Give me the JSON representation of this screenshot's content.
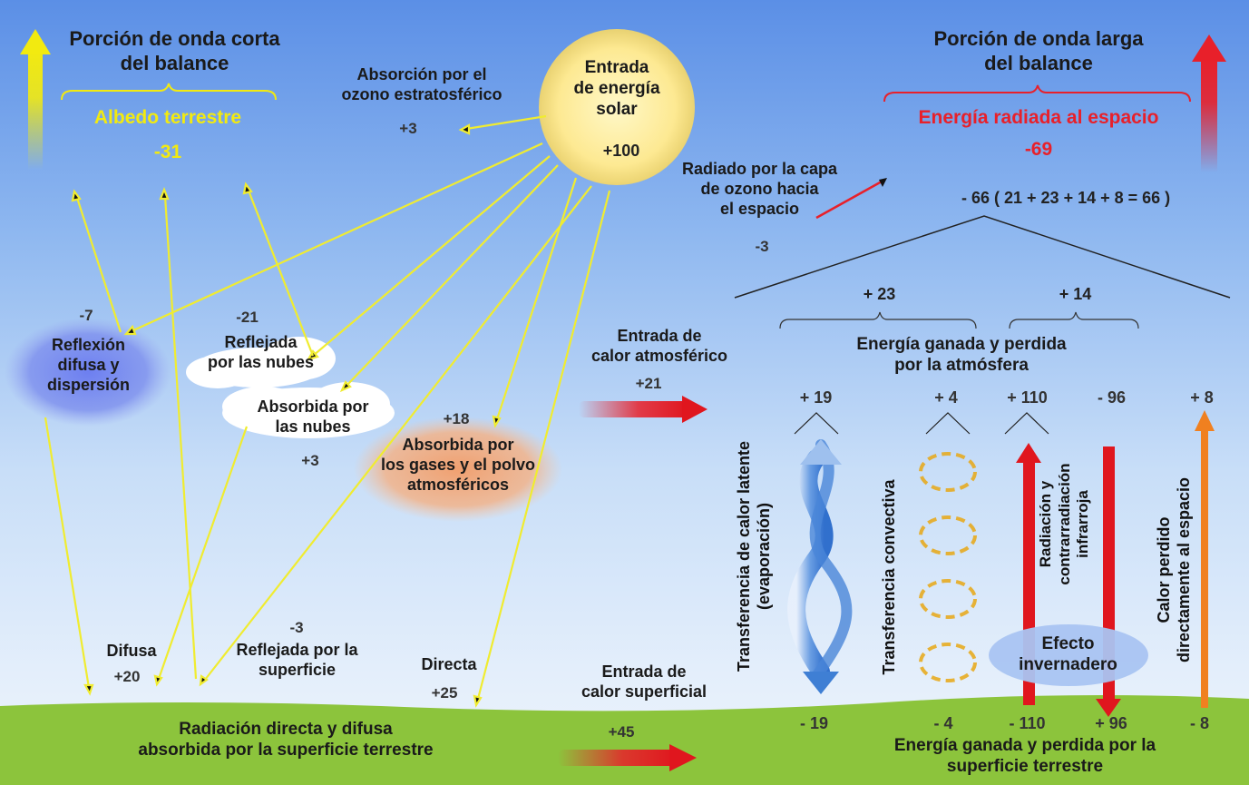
{
  "shortwave": {
    "title": "Porción de onda corta\ndel balance",
    "albedo_label": "Albedo terrestre",
    "albedo_value": "-31"
  },
  "longwave": {
    "title": "Porción de onda larga\ndel balance",
    "radiated_label": "Energía radiada al espacio",
    "radiated_value": "-69",
    "sum_text": "- 66 ( 21 + 23 + 14 + 8 = 66 )"
  },
  "sun": {
    "label": "Entrada\nde energía\nsolar",
    "value": "+100"
  },
  "ozone_absorption": {
    "label": "Absorción por el\nozono estratosférico",
    "value": "+3"
  },
  "ozone_radiated": {
    "label": "Radiado por la capa\nde ozono hacia\nel espacio",
    "value": "-3"
  },
  "diffuse_reflection": {
    "label": "Reflexión\ndifusa y\ndispersión",
    "value": "-7"
  },
  "cloud_reflection": {
    "label": "Reflejada\npor las nubes",
    "value": "-21"
  },
  "cloud_absorption": {
    "label": "Absorbida por\nlas nubes",
    "value": "+3"
  },
  "gas_absorption": {
    "label": "Absorbida por\nlos gases y el polvo\natmosféricos",
    "value": "+18"
  },
  "atmos_heat_input": {
    "label": "Entrada de\ncalor atmosférico",
    "value": "+21"
  },
  "surface_heat_input": {
    "label": "Entrada de\ncalor superficial",
    "value": "+45"
  },
  "diffuse": {
    "label": "Difusa",
    "value": "+20"
  },
  "surface_reflected": {
    "label": "Reflejada por la\nsuperficie",
    "value": "-3"
  },
  "direct": {
    "label": "Directa",
    "value": "+25"
  },
  "surface_absorbed": {
    "label": "Radiación directa y difusa\nabsorbida por la superficie terrestre"
  },
  "atmosphere_energy": {
    "label": "Energía ganada y perdida\npor la atmósfera",
    "left_total": "+ 23",
    "right_total": "+ 14"
  },
  "surface_energy": {
    "label": "Energía ganada y perdida por la\nsuperficie terrestre"
  },
  "processes": {
    "latent": {
      "label": "Transferencia de calor latente\n(evaporación)",
      "top": "+ 19",
      "bottom": "- 19"
    },
    "convective": {
      "label": "Transferencia convectiva",
      "top": "+ 4",
      "bottom": "- 4"
    },
    "radiation": {
      "label": "Radiación y\ncontrarradiación\ninfrarroja",
      "top_up": "+ 110",
      "top_down": "- 96",
      "bottom_up": "- 110",
      "bottom_down": "+ 96"
    },
    "space_loss": {
      "label": "Calor perdido\ndirectamente al espacio",
      "top": "+ 8",
      "bottom": "- 8"
    }
  },
  "greenhouse": {
    "label": "Efecto\ninvernadero"
  },
  "colors": {
    "shortwave_accent": "#f2ea10",
    "longwave_accent": "#e8202a",
    "ground": "#8cc43c",
    "ray": "#f0ec30"
  }
}
